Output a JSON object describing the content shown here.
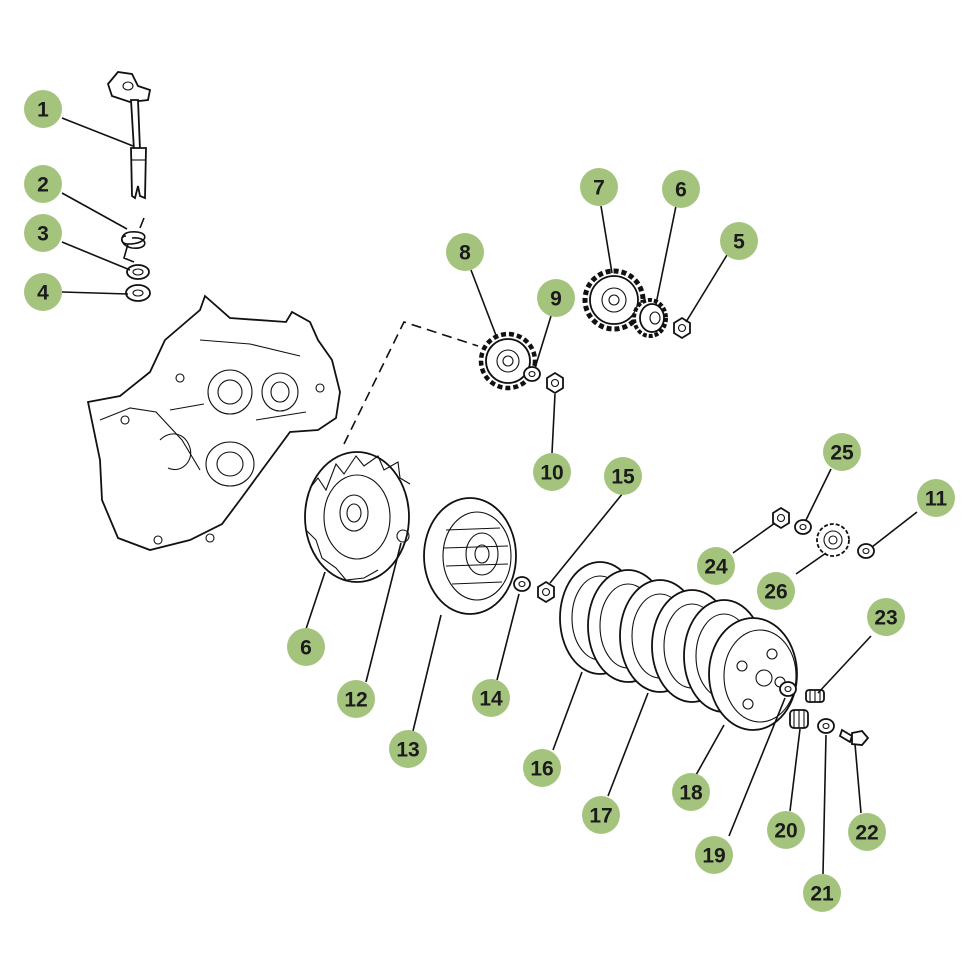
{
  "diagram": {
    "badge_color": "#a4c47e",
    "line_color": "#111111",
    "callouts": [
      {
        "id": "c1",
        "label": "1"
      },
      {
        "id": "c2",
        "label": "2"
      },
      {
        "id": "c3",
        "label": "3"
      },
      {
        "id": "c4",
        "label": "4"
      },
      {
        "id": "c5",
        "label": "5"
      },
      {
        "id": "c6a",
        "label": "6"
      },
      {
        "id": "c6b",
        "label": "6"
      },
      {
        "id": "c7",
        "label": "7"
      },
      {
        "id": "c8",
        "label": "8"
      },
      {
        "id": "c9",
        "label": "9"
      },
      {
        "id": "c10",
        "label": "10"
      },
      {
        "id": "c11",
        "label": "11"
      },
      {
        "id": "c12",
        "label": "12"
      },
      {
        "id": "c13",
        "label": "13"
      },
      {
        "id": "c14",
        "label": "14"
      },
      {
        "id": "c15",
        "label": "15"
      },
      {
        "id": "c16",
        "label": "16"
      },
      {
        "id": "c17",
        "label": "17"
      },
      {
        "id": "c18",
        "label": "18"
      },
      {
        "id": "c19",
        "label": "19"
      },
      {
        "id": "c20",
        "label": "20"
      },
      {
        "id": "c21",
        "label": "21"
      },
      {
        "id": "c22",
        "label": "22"
      },
      {
        "id": "c23",
        "label": "23"
      },
      {
        "id": "c24",
        "label": "24"
      },
      {
        "id": "c25",
        "label": "25"
      },
      {
        "id": "c26",
        "label": "26"
      }
    ]
  }
}
